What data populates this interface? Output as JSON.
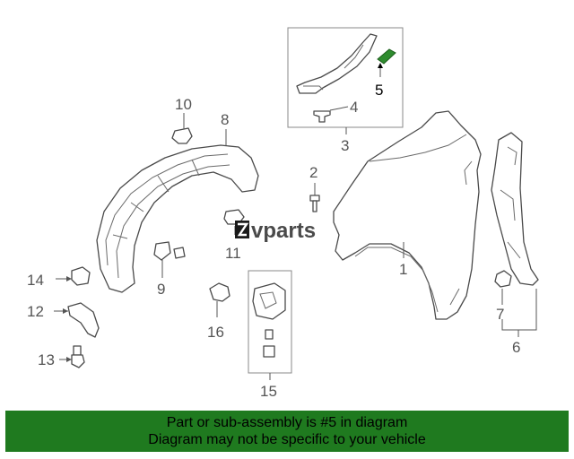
{
  "diagram": {
    "callouts": [
      {
        "id": "1",
        "label": "1"
      },
      {
        "id": "2",
        "label": "2"
      },
      {
        "id": "3",
        "label": "3"
      },
      {
        "id": "4",
        "label": "4"
      },
      {
        "id": "5",
        "label": "5",
        "highlighted": true
      },
      {
        "id": "6",
        "label": "6"
      },
      {
        "id": "7",
        "label": "7"
      },
      {
        "id": "8",
        "label": "8"
      },
      {
        "id": "9",
        "label": "9"
      },
      {
        "id": "10",
        "label": "10"
      },
      {
        "id": "11",
        "label": "11"
      },
      {
        "id": "12",
        "label": "12"
      },
      {
        "id": "13",
        "label": "13"
      },
      {
        "id": "14",
        "label": "14"
      },
      {
        "id": "15",
        "label": "15"
      },
      {
        "id": "16",
        "label": "16"
      }
    ],
    "highlight_color": "#2e8b2e"
  },
  "watermark": {
    "text": "vparts",
    "mark": "z"
  },
  "footer": {
    "line1": "Part or sub-assembly is #5 in diagram",
    "line2": "Diagram may not be specific to your vehicle",
    "background": "#1f7a1f"
  }
}
